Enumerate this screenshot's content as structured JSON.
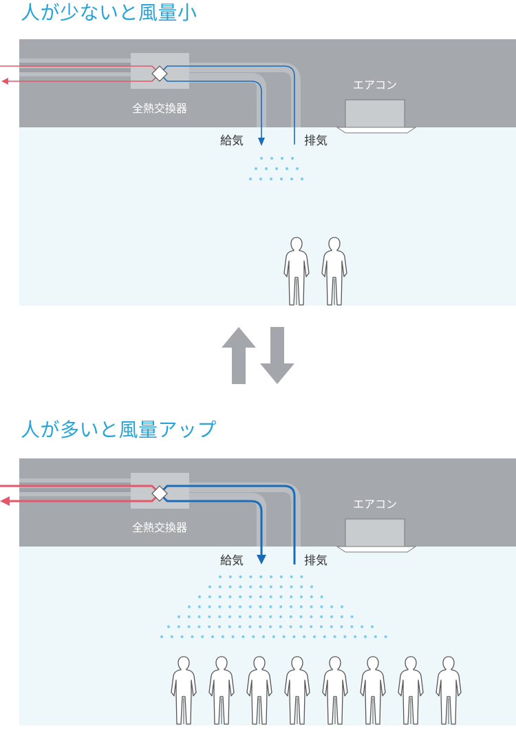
{
  "colors": {
    "title": "#29a4d8",
    "ceiling": "#a5a9ae",
    "room": "#eef8fb",
    "duct": "#babdc2",
    "duct_inner": "#9da1a6",
    "exchanger": "#c8cbce",
    "supply_air": "#1b6cb8",
    "exhaust_air": "#e5566b",
    "airflow_dots": "#79cef0",
    "person_outline": "#555555",
    "aircon_body": "#c9cccf",
    "big_arrow": "#a3a6aa"
  },
  "panels": [
    {
      "title": "人が少ないと風量小",
      "labels": {
        "exchanger": "全熱交換器",
        "aircon": "エアコン",
        "supply": "給気",
        "exhaust": "排気"
      },
      "people_count": 2,
      "airflow_level": "small"
    },
    {
      "title": "人が多いと風量アップ",
      "labels": {
        "exchanger": "全熱交換器",
        "aircon": "エアコン",
        "supply": "給気",
        "exhaust": "排気"
      },
      "people_count": 8,
      "airflow_level": "large"
    }
  ],
  "icons": {
    "up_arrow": "up-arrow-icon",
    "down_arrow": "down-arrow-icon",
    "person": "person-icon"
  }
}
